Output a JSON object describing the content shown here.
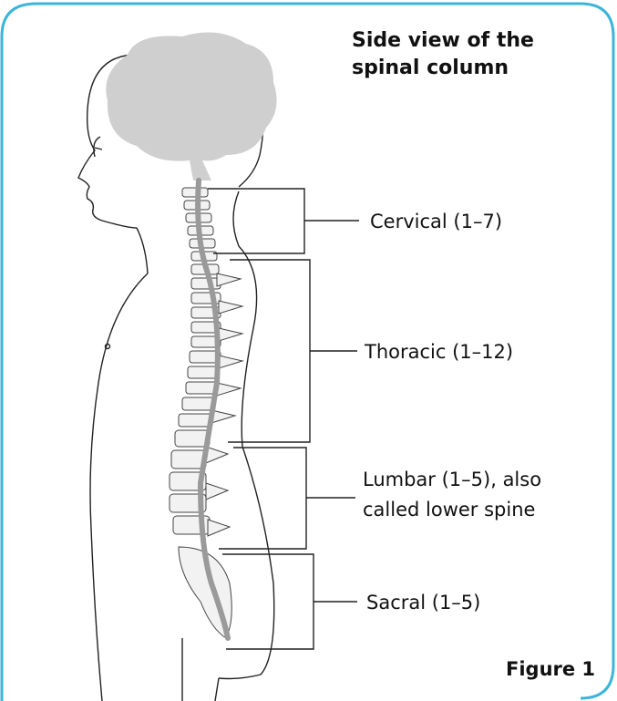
{
  "title": {
    "line1": "Side view of the",
    "line2": "spinal column"
  },
  "regions": [
    {
      "id": "cervical",
      "label": "Cervical (1–7)"
    },
    {
      "id": "thoracic",
      "label": "Thoracic (1–12)"
    },
    {
      "id": "lumbar",
      "line1": "Lumbar (1–5), also",
      "line2": "called lower spine"
    },
    {
      "id": "sacral",
      "label": "Sacral (1–5)"
    }
  ],
  "figure_label": "Figure 1",
  "colors": {
    "frame": "#3bb5d8",
    "brain": "#cfcfcf",
    "cord": "#9a9a9a",
    "outline": "#222222"
  }
}
